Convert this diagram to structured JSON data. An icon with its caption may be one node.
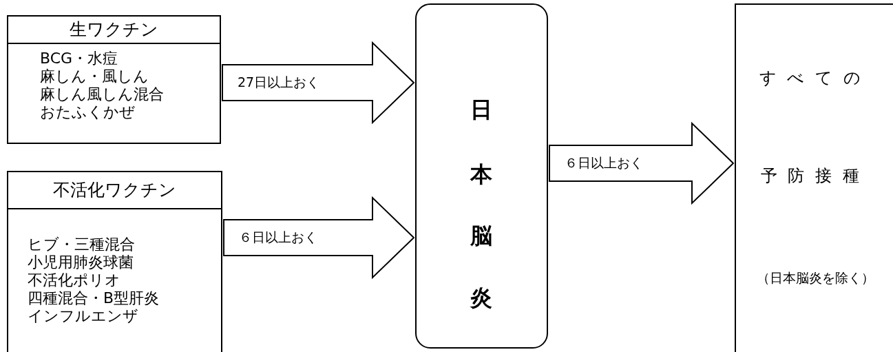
{
  "diagram": {
    "nodes": [
      {
        "text": [
          "生ワクチン",
          "BCG・水痘",
          "麻しん・風しん",
          "麻しん風しん混合",
          "おたふくかぜ"
        ]
      },
      {
        "text": [
          "不活化ワクチン",
          "ヒブ・三種混合",
          "小児用肺炎球菌",
          "不活化ポリオ",
          "四種混合・B型肝炎",
          "インフルエンザ"
        ]
      },
      {
        "text": [
          "日本脳炎"
        ]
      },
      {
        "text": [
          "すべての",
          "予防接種",
          "（日本脳炎を除く）"
        ]
      }
    ],
    "edges": [
      {
        "from": 0,
        "to": 2,
        "arrow": "to",
        "label": "27日以上おく"
      },
      {
        "from": 1,
        "to": 2,
        "arrow": "to",
        "label": "６日以上おく"
      },
      {
        "from": 2,
        "to": 3,
        "arrow": "to",
        "label": "６日以上おく"
      }
    ]
  }
}
